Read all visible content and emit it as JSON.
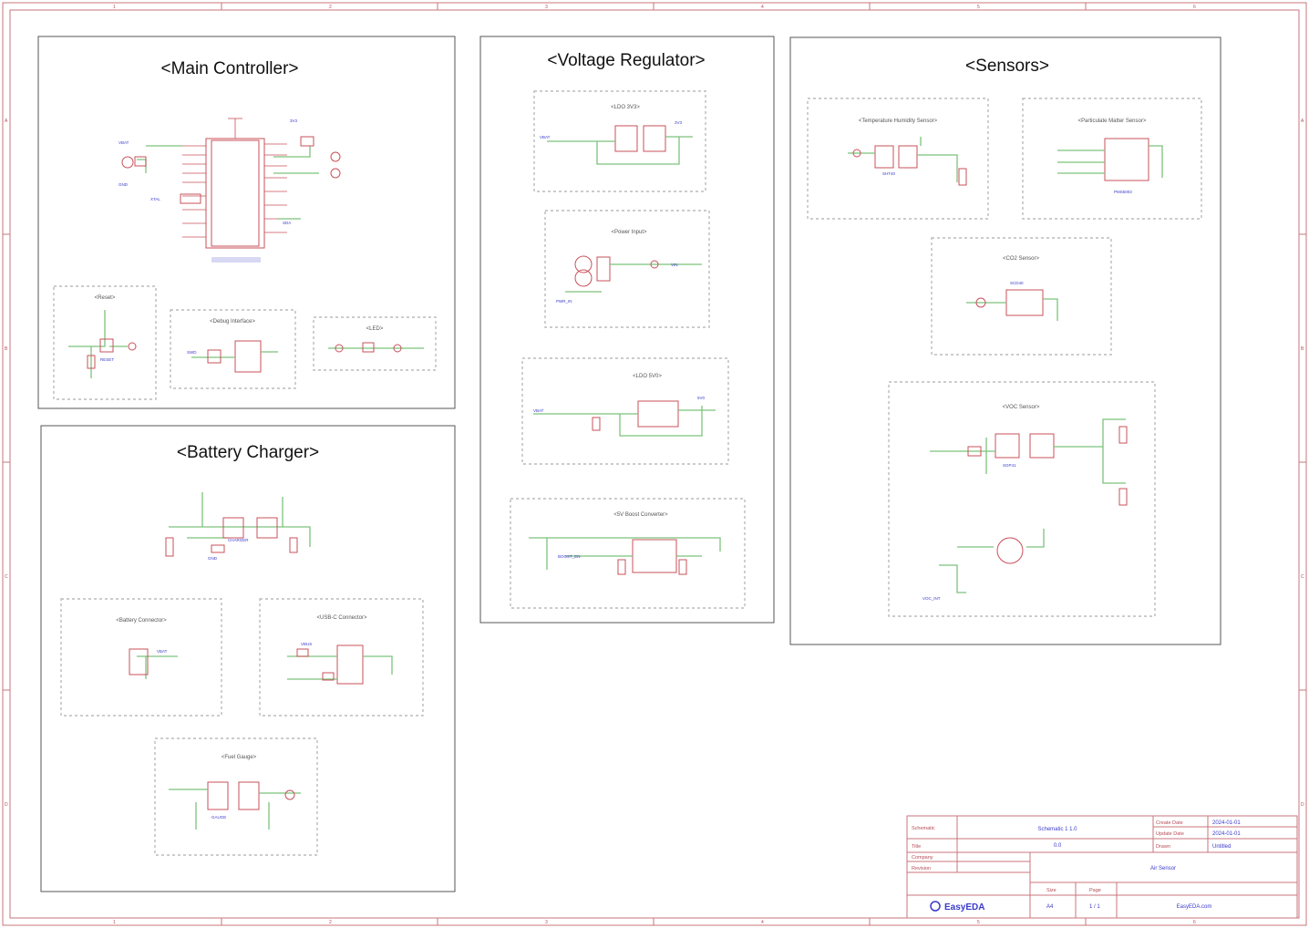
{
  "sheet": {
    "column_markers": [
      "1",
      "2",
      "3",
      "4",
      "5",
      "6"
    ],
    "row_markers": [
      "A",
      "B",
      "C",
      "D"
    ]
  },
  "blocks": {
    "main_controller": {
      "title": "<Main Controller>",
      "subcircuits": [
        "<Reset>",
        "<Debug Interface>",
        "<LED>"
      ]
    },
    "voltage_regulator": {
      "title": "<Voltage Regulator>",
      "subcircuits": [
        "<LDO 3V3>",
        "<Power Input>",
        "<LDO 5V0>",
        "<5V Boost Converter>"
      ]
    },
    "sensors": {
      "title": "<Sensors>",
      "subcircuits": [
        "<Temperature Humidity Sensor>",
        "<Particulate Matter Sensor>",
        "<CO2 Sensor>",
        "<VOC Sensor>"
      ]
    },
    "battery_charger": {
      "title": "<Battery Charger>",
      "subcircuits": [
        "<Battery Connector>",
        "<USB-C Connector>",
        "<Fuel Gauge>"
      ]
    }
  },
  "title_block": {
    "schematic_label": "Schematic",
    "schematic_value": "Schematic 1 1.0",
    "sheet_label": "Title",
    "sheet_value": "0.0",
    "company_label": "Company",
    "version_label": "Revision",
    "project_value": "Air Sensor",
    "date_created_label": "Create Date",
    "date_created_value": "2024-01-01",
    "date_updated_label": "Update Date",
    "date_updated_value": "2024-01-01",
    "drawn_label": "Drawn",
    "drawn_value": "Untitled",
    "size_label": "Size",
    "size_value": "A4",
    "page_label": "Page",
    "page_value": "1 / 1",
    "logo_text": "EasyEDA",
    "footer_text": "EasyEDA.com"
  },
  "colors": {
    "border": "#c8757c",
    "wire": "#7cc27c",
    "component": "#c8515a",
    "net_label": "#3a3acc",
    "block_outline": "#555555"
  }
}
